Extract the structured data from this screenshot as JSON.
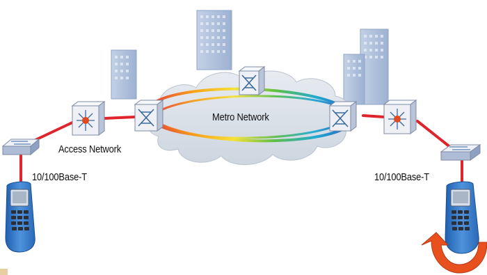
{
  "labels": {
    "access_network": "Access Network",
    "metro_network": "Metro Network",
    "link_left": "10/100Base-T",
    "link_right": "10/100Base-T"
  },
  "colors": {
    "link_red": "#e0242c",
    "cloud_fill": "#dde3ea",
    "building": "#aebfda",
    "device_face": "#eef0f5",
    "router_star": "#e04a1e",
    "tester_blue": "#2f72c4",
    "loopback_arrow": "#e8501e",
    "ring_colors": [
      "#e53935",
      "#f6a21a",
      "#f5e23a",
      "#5fbf45",
      "#1faad4",
      "#2a5ec0"
    ]
  },
  "icons": [
    "building-icon",
    "cloud-icon",
    "ring-icon",
    "switch-icon",
    "router-icon",
    "optical-node-icon",
    "handheld-tester-icon",
    "loopback-arrow-icon"
  ]
}
